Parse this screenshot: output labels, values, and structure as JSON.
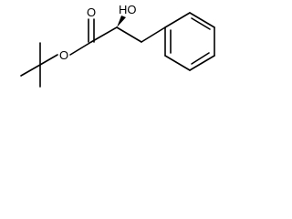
{
  "molecule": {
    "atoms": {
      "hydroxyl": "HO",
      "ester_oxygen": "O",
      "carbonyl_oxygen": "O"
    },
    "stereocenter_wedge": "bold"
  }
}
